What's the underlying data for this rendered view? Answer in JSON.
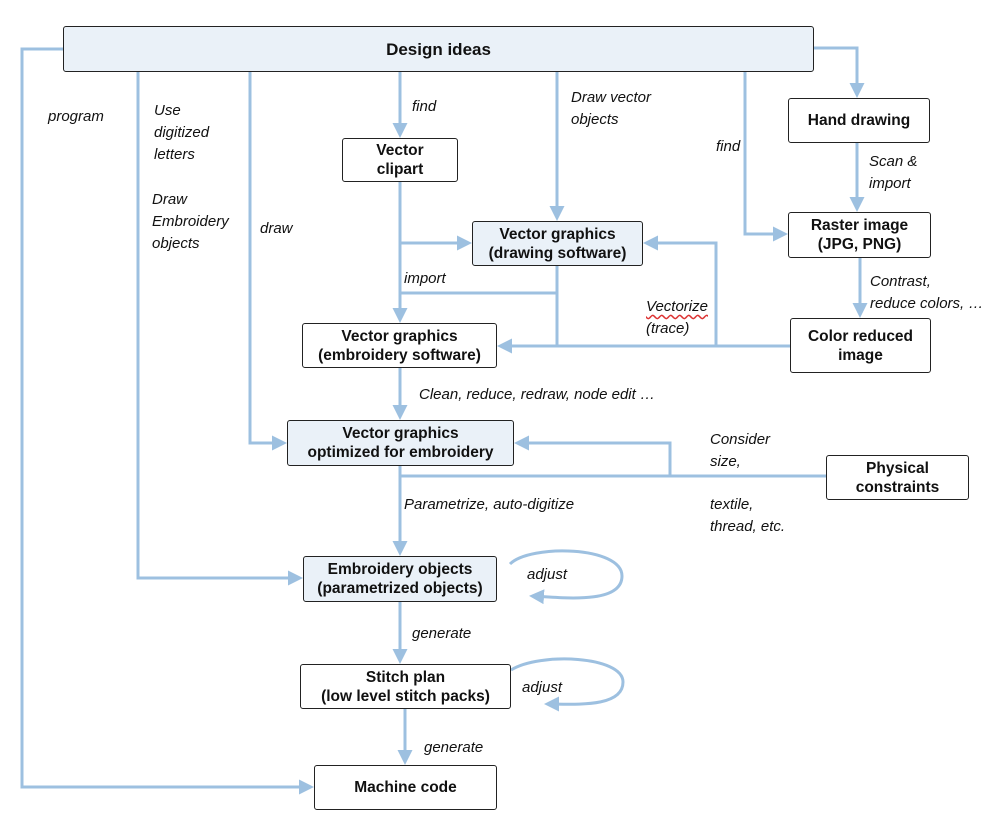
{
  "colors": {
    "arrow": "#9dc0e0",
    "box_border": "#222222",
    "box_fill_shaded": "#eaf1f8"
  },
  "boxes": {
    "design_ideas": [
      "Design ideas"
    ],
    "hand_drawing": [
      "Hand drawing"
    ],
    "vector_clipart": [
      "Vector",
      "clipart"
    ],
    "raster_image": [
      "Raster image",
      "(JPG, PNG)"
    ],
    "vg_drawing": [
      "Vector graphics",
      "(drawing software)"
    ],
    "vg_embroidery": [
      "Vector graphics",
      "(embroidery software)"
    ],
    "color_reduced": [
      "Color reduced",
      "image"
    ],
    "vg_optimized": [
      "Vector graphics",
      "optimized for embroidery"
    ],
    "physical": [
      "Physical",
      "constraints"
    ],
    "embroidery_objects": [
      "Embroidery objects",
      "(parametrized objects)"
    ],
    "stitch_plan": [
      "Stitch plan",
      "(low level stitch packs)"
    ],
    "machine_code": [
      "Machine code"
    ]
  },
  "labels": {
    "program": [
      "program"
    ],
    "use_digitized": [
      "Use",
      "digitized",
      "letters"
    ],
    "draw_embroidery": [
      "Draw",
      "Embroidery",
      "objects"
    ],
    "draw": [
      "draw"
    ],
    "find_clipart": [
      "find"
    ],
    "draw_vector": [
      "Draw vector",
      "objects"
    ],
    "find_raster": [
      "find"
    ],
    "scan_import": [
      "Scan &",
      "import"
    ],
    "contrast": [
      "Contrast,",
      "reduce colors, …"
    ],
    "import": [
      "import"
    ],
    "vectorize": [
      "Vectorize"
    ],
    "trace": [
      "(trace)"
    ],
    "clean": [
      "Clean, reduce, redraw, node edit …"
    ],
    "consider": [
      "Consider",
      "size,"
    ],
    "textile": [
      "textile,",
      "thread, etc."
    ],
    "parametrize": [
      "Parametrize, auto-digitize"
    ],
    "adjust1": [
      "adjust"
    ],
    "generate1": [
      "generate"
    ],
    "adjust2": [
      "adjust"
    ],
    "generate2": [
      "generate"
    ]
  }
}
